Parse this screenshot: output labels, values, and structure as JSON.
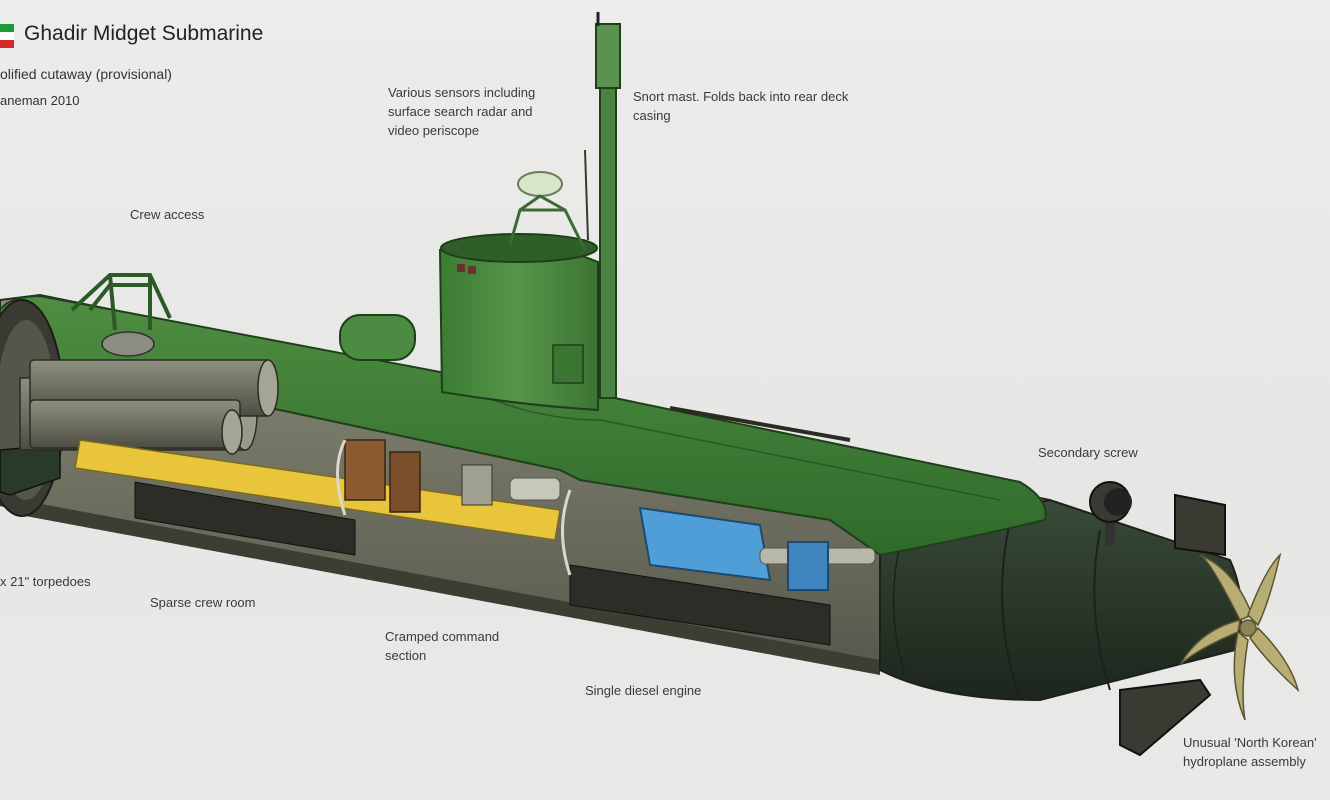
{
  "header": {
    "title": "Ghadir Midget Submarine",
    "subtitle": "olified cutaway (provisional)",
    "credit": "aneman 2010",
    "flag_colors": [
      "#1e9a3e",
      "#ffffff",
      "#d32a2a"
    ]
  },
  "labels": {
    "sensors": "Various sensors including surface search radar and video periscope",
    "snort_mast": "Snort mast. Folds back into rear deck casing",
    "crew_access": "Crew access",
    "secondary_screw": "Secondary screw",
    "torpedoes": "x 21\" torpedoes",
    "crew_room": "Sparse crew room",
    "command_section": "Cramped command section",
    "diesel_engine": "Single diesel engine",
    "hydroplane": "Unusual 'North Korean' hydroplane assembly"
  },
  "colors": {
    "hull_green": "#3f7e35",
    "hull_dark": "#2c3a2c",
    "interior": "#6b6a5a",
    "floor_yellow": "#e8c53a",
    "engine_blue": "#4f9ed8",
    "propeller": "#b8ad72"
  }
}
